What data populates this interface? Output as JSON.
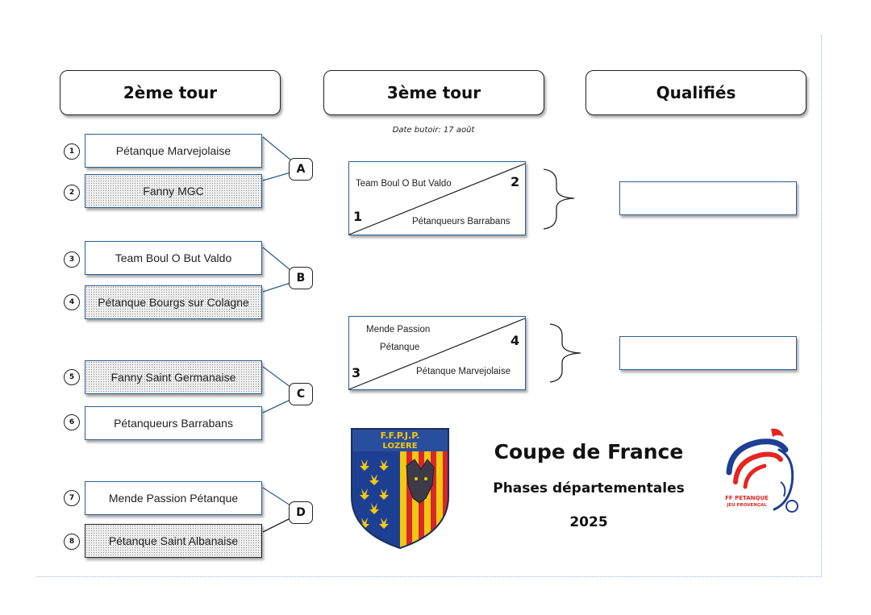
{
  "headers": {
    "round2": "2ème tour",
    "round3": "3ème tour",
    "qualified": "Qualifiés"
  },
  "deadline": "Date butoir: 17 août",
  "round2": {
    "teams": [
      {
        "seed": "1",
        "name": "Pétanque Marvejolaise"
      },
      {
        "seed": "2",
        "name": "Fanny MGC"
      },
      {
        "seed": "3",
        "name": "Team Boul O But Valdo"
      },
      {
        "seed": "4",
        "name": "Pétanque Bourgs sur Colagne"
      },
      {
        "seed": "5",
        "name": "Fanny Saint Germanaise"
      },
      {
        "seed": "6",
        "name": "Pétanqueurs Barrabans"
      },
      {
        "seed": "7",
        "name": "Mende Passion Pétanque"
      },
      {
        "seed": "8",
        "name": "Pétanque Saint Albanaise"
      }
    ],
    "groups": [
      "A",
      "B",
      "C",
      "D"
    ]
  },
  "round3": {
    "matches": [
      {
        "top_team": "Team Boul O But Valdo",
        "top_number": "2",
        "bottom_team": "Pétanqueurs Barrabans",
        "bottom_number": "1"
      },
      {
        "top_team_line1": "Mende Passion",
        "top_team_line2": "Pétanque",
        "top_number": "4",
        "bottom_team": "Pétanque Marvejolaise",
        "bottom_number": "3"
      }
    ]
  },
  "qualified": [
    "",
    ""
  ],
  "title": {
    "line1": "Coupe de France",
    "line2": "Phases départementales",
    "line3": "2025"
  },
  "logos": {
    "left_logo_text_line1": "F.F.P.J.P.",
    "left_logo_text_line2": "LOZERE",
    "right_logo_text_line1": "FF PETANQUE",
    "right_logo_text_line2": "JEU PROVENÇAL"
  },
  "colors": {
    "box_border": "#2e5f8f",
    "shield_blue": "#1d3f93",
    "shield_gold": "#f2c811",
    "shield_red": "#d8262b",
    "ff_blue": "#1d3f93",
    "ff_red": "#e52521"
  }
}
